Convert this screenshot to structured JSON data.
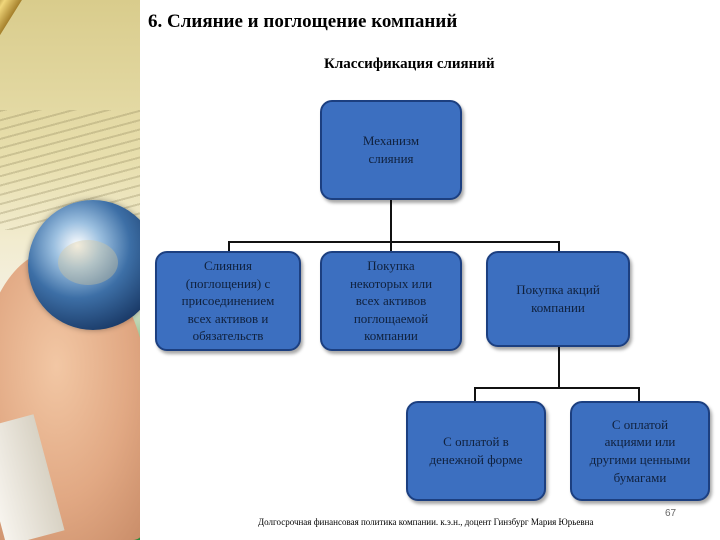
{
  "title": "6. Слияние и поглощение компаний",
  "subtitle": "Классификация слияний",
  "nodes": {
    "root": "Механизм\nслияния",
    "merger": "Слияния\n(поглощения) с\nприсоединением\nвсех активов и\nобязательств",
    "assets": "Покупка\nнекоторых или\nвсех активов\nпоглощаемой\nкомпании",
    "shares": "Покупка акций\nкомпании",
    "cash": "С оплатой в\nденежной форме",
    "stock": "С оплатой\nакциями или\nдругими ценными\nбумагами"
  },
  "footer": "Долгосрочная финансовая политика компании.  к.э.н., доцент Гинзбург Мария Юрьевна",
  "page_number": "67",
  "colors": {
    "box_fill": "#3c6fc0",
    "box_border": "#1c3f80"
  }
}
